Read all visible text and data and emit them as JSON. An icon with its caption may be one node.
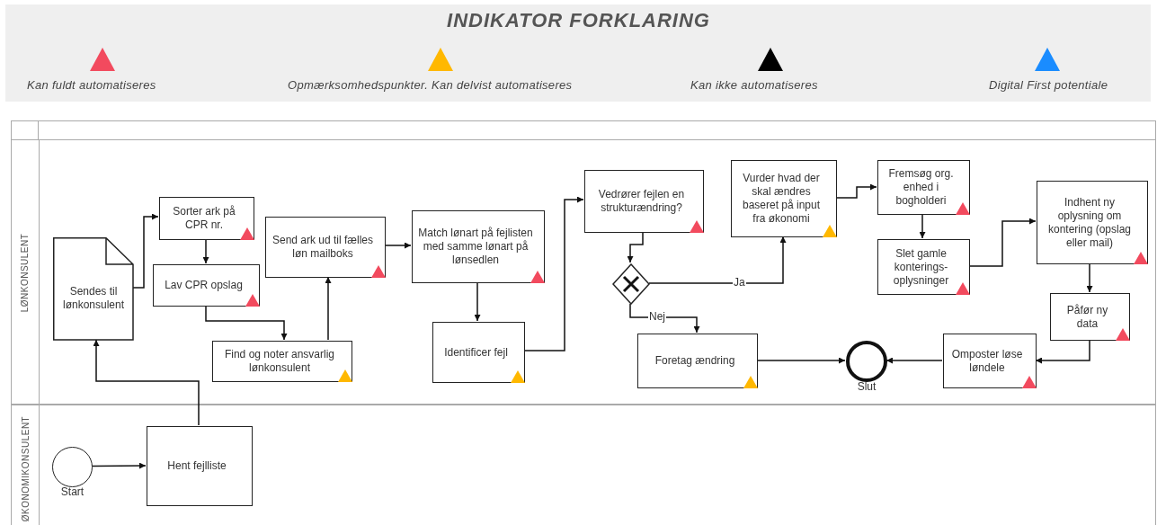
{
  "diagram": {
    "title": "INDIKATOR FORKLARING",
    "nodes": [
      {
        "text": [
          "LØNKONSULENT"
        ]
      },
      {
        "text": [
          "Sendes til lønkonsulent"
        ],
        "in": 0
      },
      {
        "text": [
          "Sorter ark på CPR nr."
        ],
        "in": 0
      },
      {
        "text": [
          "Lav CPR opslag"
        ],
        "in": 0
      },
      {
        "text": [
          "Find og noter ansvarlig lønkonsulent"
        ],
        "in": 0
      },
      {
        "text": [
          "Send ark ud til fælles løn mailboks"
        ],
        "in": 0
      },
      {
        "text": [
          "Match lønart på fejlisten med samme lønart på lønsedlen"
        ],
        "in": 0
      },
      {
        "text": [
          "Identificer fejl"
        ],
        "in": 0
      },
      {
        "text": [
          "Vedrører fejlen en strukturændring?"
        ],
        "in": 0
      },
      {
        "text": [],
        "shape": "diamond",
        "in": 0
      },
      {
        "text": [
          "Foretag ændring"
        ],
        "in": 0
      },
      {
        "text": [
          "Vurder hvad der skal ændres baseret på input fra økonomi"
        ],
        "in": 0
      },
      {
        "text": [
          "Fremsøg org. enhed i bogholderi"
        ],
        "in": 0
      },
      {
        "text": [
          "Slet gamle konterings-oplysninger"
        ],
        "in": 0
      },
      {
        "text": [
          "Indhent ny oplysning om kontering (opslag eller mail)"
        ],
        "in": 0
      },
      {
        "text": [
          "Påfør ny data"
        ],
        "in": 0
      },
      {
        "text": [
          "Omposter løse løndele"
        ],
        "in": 0
      },
      {
        "text": [],
        "shape": "circle",
        "beside": [
          "Slut"
        ],
        "in": 0
      },
      {
        "text": [
          "ØKONOMIKONSULENT"
        ]
      },
      {
        "text": [],
        "shape": "circle",
        "beside": [
          "Start"
        ],
        "in": 18
      },
      {
        "text": [
          "Hent fejlliste"
        ],
        "in": 18
      }
    ],
    "edges": [
      {
        "from": 19,
        "to": 20,
        "arrow": "to"
      },
      {
        "from": 20,
        "to": 1,
        "arrow": "to"
      },
      {
        "from": 1,
        "to": 2,
        "arrow": "to"
      },
      {
        "from": 2,
        "to": 3,
        "arrow": "to"
      },
      {
        "from": 3,
        "to": 4,
        "arrow": "to"
      },
      {
        "from": 4,
        "to": 5,
        "arrow": "to"
      },
      {
        "from": 5,
        "to": 6,
        "arrow": "to"
      },
      {
        "from": 6,
        "to": 7,
        "arrow": "to"
      },
      {
        "from": 7,
        "to": 8,
        "arrow": "to"
      },
      {
        "from": 8,
        "to": 9,
        "arrow": "to"
      },
      {
        "from": 9,
        "to": 11,
        "arrow": "to",
        "label": "Ja"
      },
      {
        "from": 9,
        "to": 10,
        "arrow": "to",
        "label": "Nej"
      },
      {
        "from": 11,
        "to": 12,
        "arrow": "to"
      },
      {
        "from": 12,
        "to": 13,
        "arrow": "to"
      },
      {
        "from": 13,
        "to": 14,
        "arrow": "to"
      },
      {
        "from": 14,
        "to": 15,
        "arrow": "to"
      },
      {
        "from": 15,
        "to": 16,
        "arrow": "to"
      },
      {
        "from": 16,
        "to": 17,
        "arrow": "to"
      },
      {
        "from": 10,
        "to": 17,
        "arrow": "to"
      }
    ],
    "legend": [
      {
        "text": "Kan fuldt automatiseres",
        "color": "#f24a5e"
      },
      {
        "text": "Opmærksomhedspunkter. Kan delvist automatiseres",
        "color": "#ffb800"
      },
      {
        "text": "Kan ikke automatiseres",
        "color": "#000000"
      },
      {
        "text": "Digital First potentiale",
        "color": "#1a8cff"
      }
    ]
  }
}
